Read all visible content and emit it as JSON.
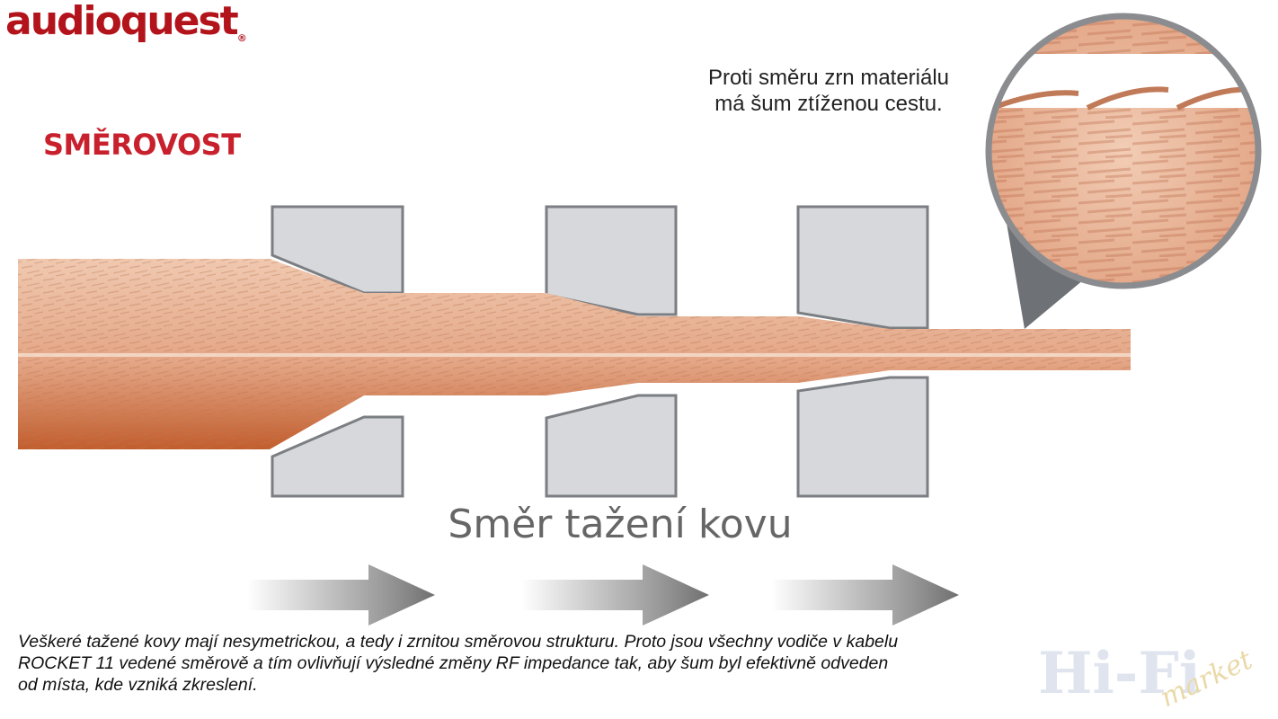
{
  "brand": {
    "logo_text": "audioquest",
    "logo_mark": "®"
  },
  "heading": "SMĚROVOST",
  "callout": {
    "line1": "Proti směru zrn materiálu",
    "line2": "má šum ztíženou cestu."
  },
  "direction_label": "Směr tažení kovu",
  "caption": {
    "line1": "Veškeré tažené kovy mají nesymetrickou, a tedy i zrnitou směrovou strukturu. Proto jsou všechny vodiče v kabelu",
    "line2": "ROCKET 11 vedené směrově a tím ovlivňují výsledné změny RF impedance tak, aby šum byl efektivně odveden",
    "line3": "od místa, kde vzniká zkreslení."
  },
  "watermark": {
    "text": "Hi-Fi",
    "sub": "market"
  },
  "colors": {
    "brand_red": "#b3131b",
    "heading_red": "#c8202c",
    "copper_light": "#e8b597",
    "copper_dark": "#c9683a",
    "die_gray": "#d5d7da",
    "die_border": "#7b7e82",
    "arrow_gray": "#7a7a7a"
  },
  "icons": [
    "drawing-die-icon",
    "arrow-right-icon",
    "magnifier-circle-icon"
  ]
}
